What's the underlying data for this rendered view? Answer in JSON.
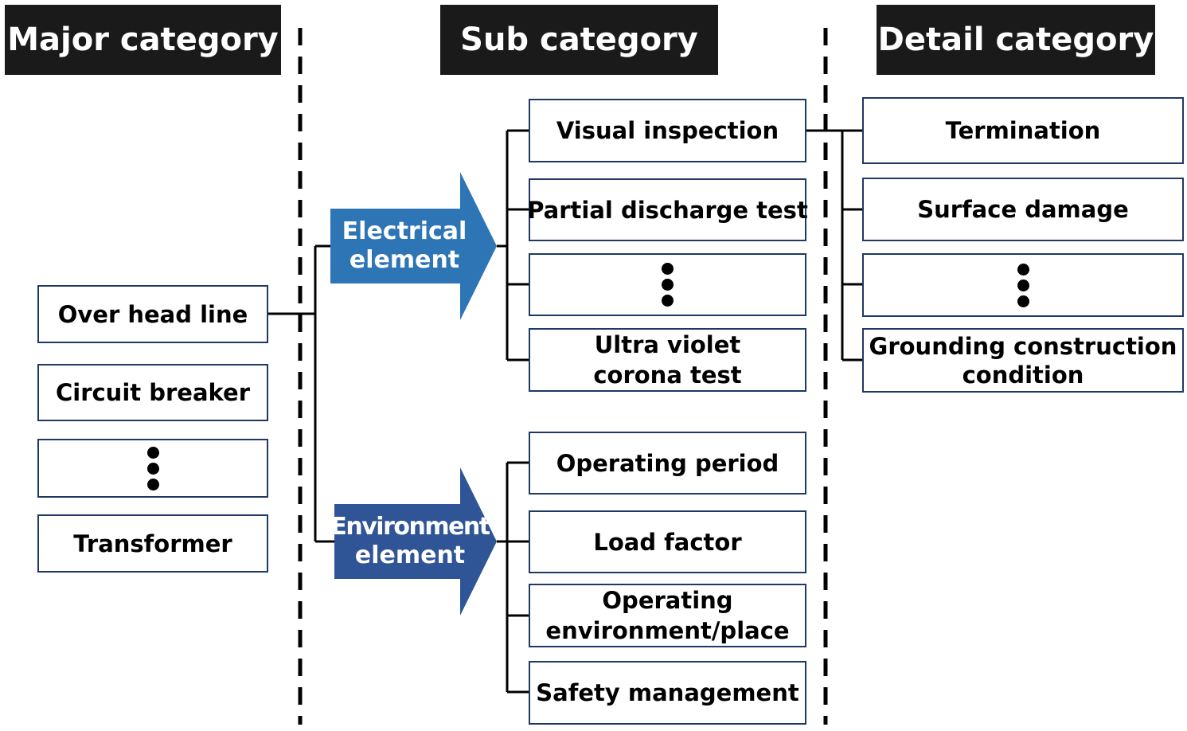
{
  "headers": {
    "major": "Major category",
    "sub": "Sub category",
    "detail": "Detail category"
  },
  "major_items": [
    "Over head line",
    "Circuit breaker",
    "",
    "Transformer"
  ],
  "arrows": {
    "electrical": [
      "Electrical",
      "element"
    ],
    "environment": [
      "Environment",
      "element"
    ]
  },
  "electrical_subs": {
    "visual": "Visual inspection",
    "partial": "Partial discharge test",
    "uv": [
      "Ultra violet",
      "corona test"
    ]
  },
  "environment_subs": {
    "operating_period": "Operating period",
    "load_factor": "Load factor",
    "operating_env": [
      "Operating",
      "environment/place"
    ],
    "safety": "Safety management"
  },
  "detail_items": {
    "termination": "Termination",
    "surface": "Surface damage",
    "grounding": [
      "Grounding construction",
      "condition"
    ]
  },
  "colors": {
    "header_bg": "#1a1a1a",
    "box_border": "#1f3864",
    "arrow_electrical": "#2e75b6",
    "arrow_environment": "#2f5597"
  }
}
